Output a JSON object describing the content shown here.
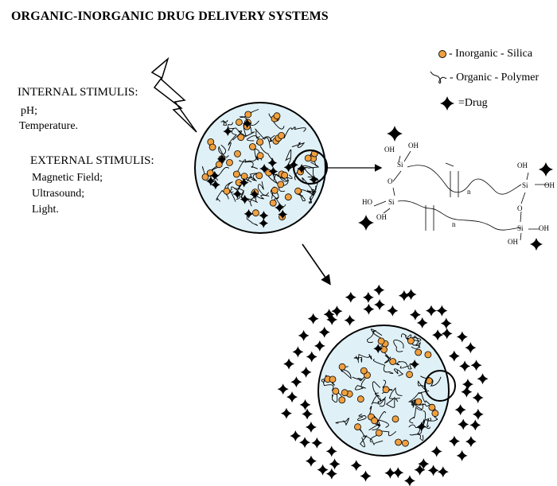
{
  "title": "ORGANIC-INORGANIC DRUG DELIVERY SYSTEMS",
  "internal": {
    "heading": "INTERNAL STIMULIS:",
    "items": [
      "pH;",
      "Temperature."
    ]
  },
  "external": {
    "heading": "EXTERNAL STIMULIS:",
    "items": [
      "Magnetic Field;",
      "Ultrasound;",
      "Light."
    ]
  },
  "legend": {
    "silica": "- Inorganic - Silica",
    "polymer": "- Organic - Polymer",
    "drug": "=Drug"
  },
  "chem": {
    "oh": "OH",
    "si": "Si",
    "o": "O",
    "ho": "HO",
    "n": "n"
  },
  "colors": {
    "particle_fill": "#dff1f7",
    "silica_dot": "#f0a040",
    "ink": "#000000"
  }
}
